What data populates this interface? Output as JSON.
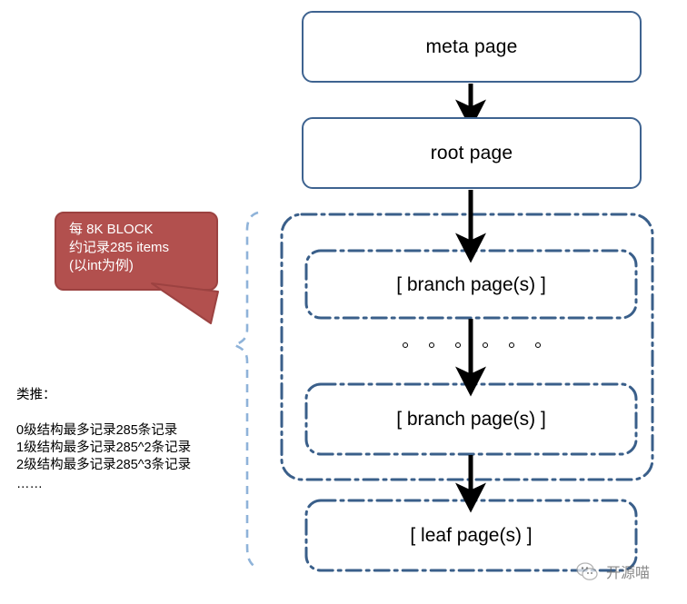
{
  "diagram": {
    "title": "B-tree page structure",
    "colors": {
      "box_border": "#3e6390",
      "dashdot_border": "#3a5f8a",
      "brace": "#8fb3d9",
      "callout_fill": "#b2504e",
      "callout_border": "#9c4241",
      "arrow": "#000000",
      "text": "#000000"
    },
    "nodes": {
      "meta_page": "meta page",
      "root_page": "root page",
      "branch_page_1": "[ branch page(s) ]",
      "branch_page_2": "[ branch page(s) ]",
      "leaf_page": "[ leaf page(s) ]"
    },
    "ellipsis_dots": 6,
    "callout": {
      "line1": "每 8K BLOCK",
      "line2": "约记录285 items",
      "line3": "(以int为例)"
    },
    "notes": {
      "heading": "类推：",
      "lines": [
        "0级结构最多记录285条记录",
        "1级结构最多记录285^2条记录",
        "2级结构最多记录285^3条记录"
      ],
      "ellipsis": "……"
    },
    "watermark": {
      "icon": "wechat-icon",
      "text": "开源喵"
    }
  }
}
